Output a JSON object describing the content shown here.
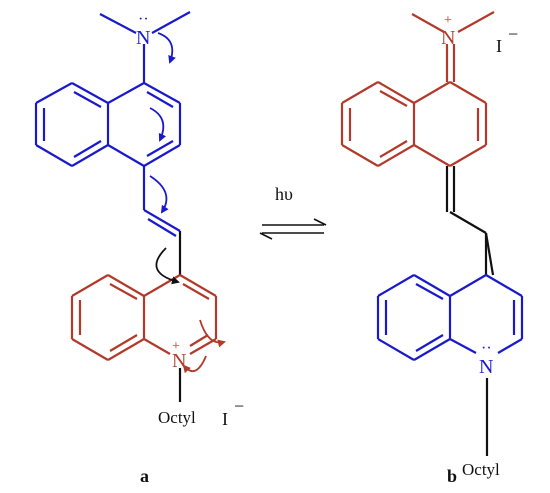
{
  "structure_a": {
    "top_nitrogen": "N",
    "bottom_nitrogen": "N",
    "plus_charge": "+",
    "counter_ion": "I",
    "counter_minus": "−",
    "substituent": "Octyl",
    "panel_label": "a"
  },
  "structure_b": {
    "top_nitrogen": "N",
    "plus_charge": "+",
    "counter_ion": "I",
    "counter_minus": "−",
    "bottom_nitrogen": "N",
    "substituent": "Octyl",
    "panel_label": "b"
  },
  "equilibrium": {
    "label": "hυ"
  },
  "colors": {
    "donor_blue": "#1a1acc",
    "acceptor_red": "#b23a2a",
    "linker_black": "#111111"
  }
}
